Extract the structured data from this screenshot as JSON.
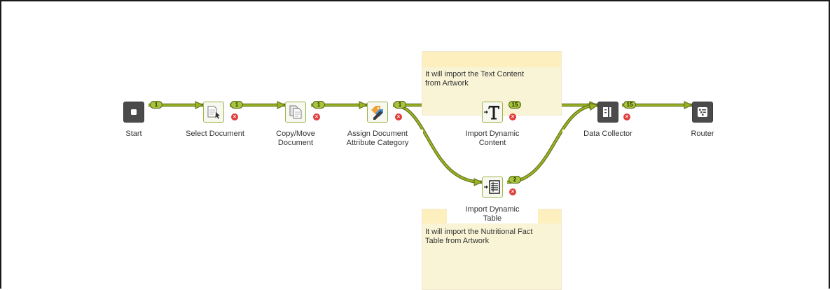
{
  "colors": {
    "connector": "#9ab321",
    "connector_dark": "#5a6b1a",
    "node_border": "#9ab54a",
    "node_dark": "#4b4b4b",
    "note_bg": "#f9f4d6",
    "badge": "#a8c43c",
    "error": "#e23c3c"
  },
  "nodes": [
    {
      "id": "start",
      "label": "Start",
      "icon": "stop-square-icon",
      "badge": "1"
    },
    {
      "id": "select-document",
      "label": "Select Document",
      "icon": "document-cursor-icon",
      "badge": "1"
    },
    {
      "id": "copy-move-document",
      "label": "Copy/Move\nDocument",
      "icon": "copy-documents-icon",
      "badge": "1"
    },
    {
      "id": "assign-document-attribute-category",
      "label": "Assign Document\nAttribute Category",
      "icon": "tag-pencil-icon",
      "badge": "1"
    },
    {
      "id": "import-dynamic-content",
      "label": "Import Dynamic\nContent",
      "icon": "text-t-icon",
      "badge": "15"
    },
    {
      "id": "import-dynamic-table",
      "label": "Import Dynamic\nTable",
      "icon": "table-list-icon",
      "badge": "2"
    },
    {
      "id": "data-collector",
      "label": "Data Collector",
      "icon": "collector-bars-icon",
      "badge": "15"
    },
    {
      "id": "router",
      "label": "Router",
      "icon": "router-branch-icon",
      "badge": ""
    }
  ],
  "notes": {
    "top": "It will import the Text Content\nfrom Artwork",
    "bottom": "It will import the Nutritional Fact\nTable from Artwork"
  },
  "error_symbol": "×"
}
